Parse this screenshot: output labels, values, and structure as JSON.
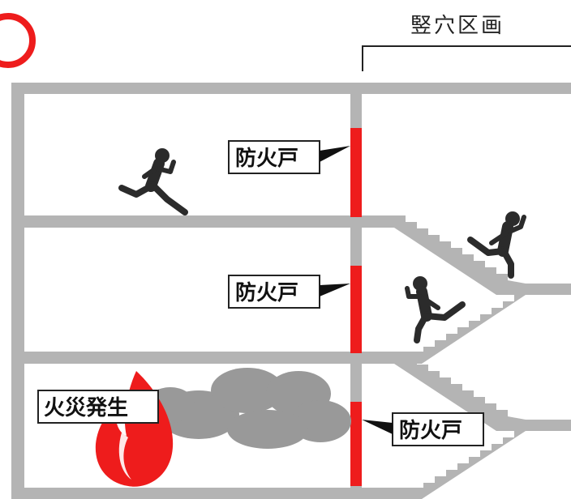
{
  "diagram": {
    "title": "竪穴区画",
    "fire_door_label": "防火戸",
    "fire_label": "火災発生"
  },
  "colors": {
    "structure": "#b4b4b4",
    "fire_door": "#ee1c1c",
    "flame": "#ee1c1c",
    "smoke": "#999999",
    "person": "#2b2b2b",
    "ok_mark": "#ee1c1c"
  }
}
